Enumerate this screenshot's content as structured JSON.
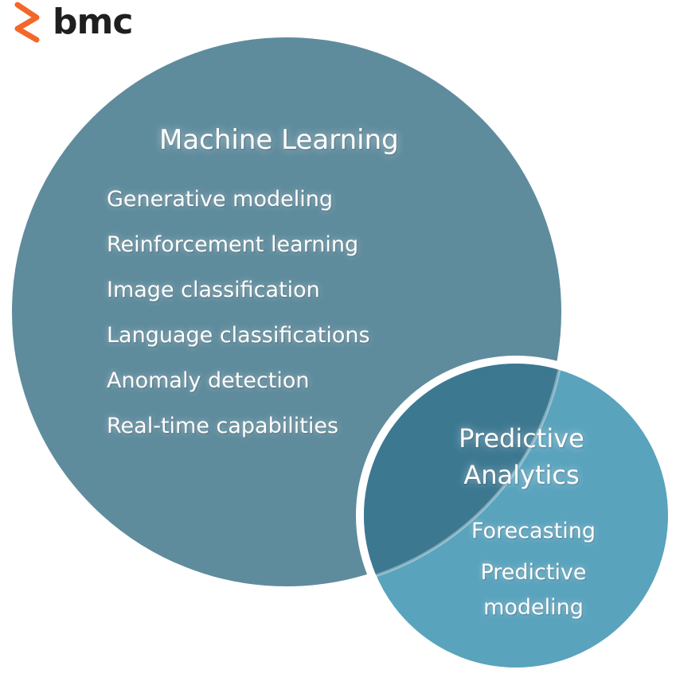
{
  "logo": {
    "text": "bmc",
    "icon": "bmc-logo-mark",
    "color": "#f2672a"
  },
  "colors": {
    "machine_learning": "#5f8c9d",
    "predictive_analytics": "#5aa3bd",
    "overlap": "#3d7891",
    "border": "#ffffff"
  },
  "machine_learning": {
    "title": "Machine Learning",
    "items": [
      "Generative modeling",
      "Reinforcement learning",
      "Image classification",
      "Language classifications",
      "Anomaly detection",
      "Real-time capabilities"
    ]
  },
  "predictive_analytics": {
    "title_line1": "Predictive",
    "title_line2": "Analytics",
    "items": [
      "Forecasting",
      "Predictive",
      "modeling"
    ]
  }
}
